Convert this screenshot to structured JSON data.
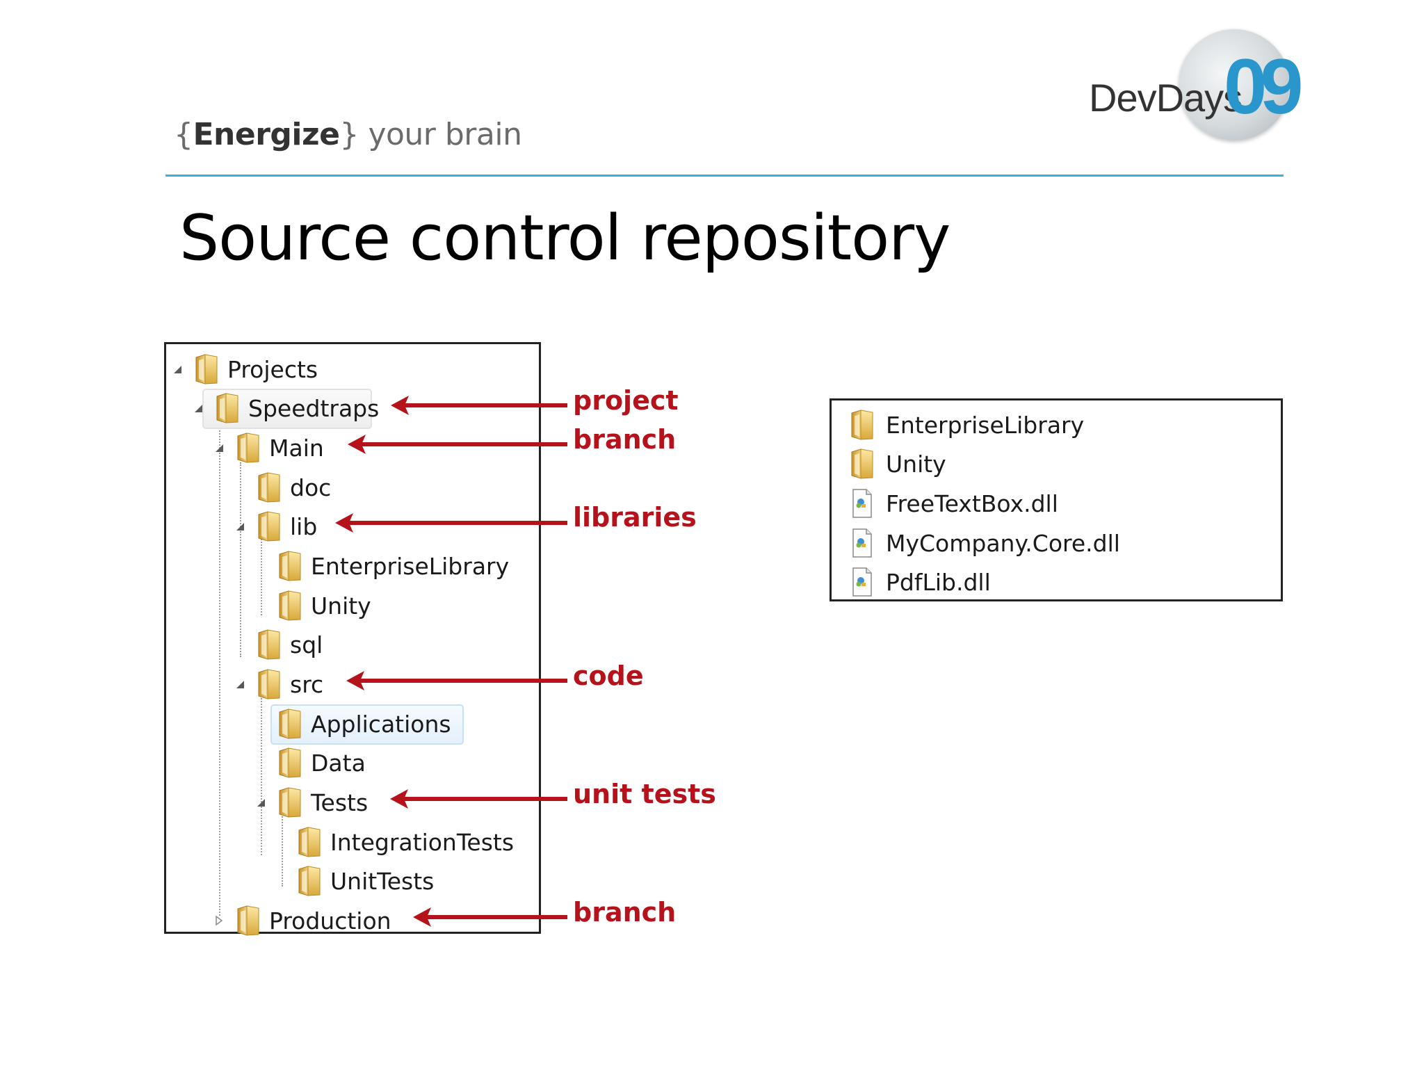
{
  "header": {
    "tagline_open": "{",
    "tagline_strong": "Energize",
    "tagline_close": "}",
    "tagline_rest": " your brain",
    "logo_word": "DevDays",
    "logo_number": "09",
    "accent_color": "#3aaedc"
  },
  "slide": {
    "title": "Source control repository"
  },
  "tree": {
    "items": [
      {
        "label": "Projects",
        "expanded": true
      },
      {
        "label": "Speedtraps",
        "expanded": true,
        "state": "hover"
      },
      {
        "label": "Main",
        "expanded": true
      },
      {
        "label": "doc"
      },
      {
        "label": "lib",
        "expanded": true
      },
      {
        "label": "EnterpriseLibrary"
      },
      {
        "label": "Unity"
      },
      {
        "label": "sql"
      },
      {
        "label": "src",
        "expanded": true
      },
      {
        "label": "Applications",
        "state": "selected"
      },
      {
        "label": "Data"
      },
      {
        "label": "Tests",
        "expanded": true
      },
      {
        "label": "IntegrationTests"
      },
      {
        "label": "UnitTests"
      },
      {
        "label": "Production",
        "expanded": false
      }
    ]
  },
  "annotations": [
    {
      "label": "project",
      "color": "#b5121b"
    },
    {
      "label": "branch",
      "color": "#b5121b"
    },
    {
      "label": "libraries",
      "color": "#b5121b"
    },
    {
      "label": "code",
      "color": "#b5121b"
    },
    {
      "label": "unit tests",
      "color": "#b5121b"
    },
    {
      "label": "branch",
      "color": "#b5121b"
    }
  ],
  "files": {
    "items": [
      {
        "label": "EnterpriseLibrary",
        "icon": "folder-icon"
      },
      {
        "label": "Unity",
        "icon": "folder-icon"
      },
      {
        "label": "FreeTextBox.dll",
        "icon": "dll-file-icon"
      },
      {
        "label": "MyCompany.Core.dll",
        "icon": "dll-file-icon"
      },
      {
        "label": "PdfLib.dll",
        "icon": "dll-file-icon"
      }
    ]
  }
}
